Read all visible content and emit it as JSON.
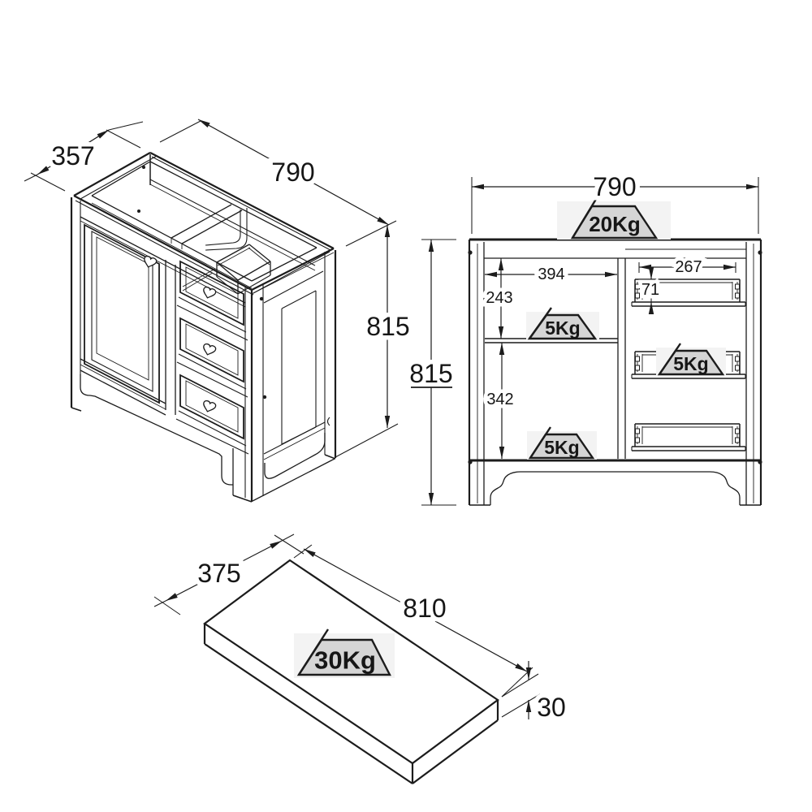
{
  "drawing": {
    "perspective_view": {
      "depth": "357",
      "width": "790",
      "height": "815"
    },
    "front_view": {
      "width": "790",
      "height": "815",
      "door_opening_width": "394",
      "upper_compartment_height": "243",
      "lower_compartment_height": "342",
      "drawer_width": "267",
      "drawer_front_height": "71",
      "max_load_top": "20Kg",
      "max_load_upper_shelf": "5Kg",
      "max_load_lower_shelf": "5Kg",
      "max_load_drawer": "5Kg"
    },
    "top_panel_view": {
      "depth": "375",
      "width": "810",
      "thickness": "30",
      "max_load": "30Kg"
    }
  },
  "colors": {
    "line": "#1c1c1c",
    "trapezoid_fill": "#d5d5d5",
    "backdrop": "#f3f3f3"
  }
}
